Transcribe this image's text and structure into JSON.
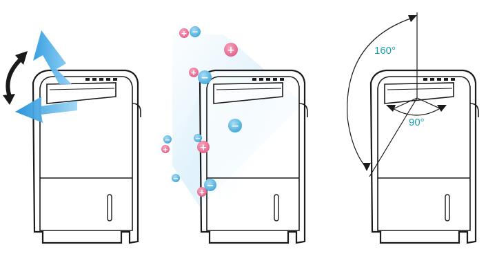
{
  "panels": [
    {
      "id": "swing",
      "feature": "vertical louver swing airflow"
    },
    {
      "id": "ions",
      "feature": "plus and minus ion release"
    },
    {
      "id": "angles",
      "feature": "louver swing angles"
    }
  ],
  "angles": {
    "vertical_label": "160°",
    "horizontal_label": "90°"
  },
  "ions": {
    "plus_symbol": "+",
    "minus_symbol": "−",
    "plus_color": "#e35d86",
    "minus_color": "#3ea7d8"
  },
  "colors": {
    "outline": "#1a1a1a",
    "airflow_arrow": "#4fb3e8",
    "ion_glow": "#bfe3f7",
    "angle_text": "#1d9fb3"
  },
  "icons": [
    "rotate-arrow-icon",
    "airflow-arrow-icon",
    "angle-arc-icon"
  ]
}
